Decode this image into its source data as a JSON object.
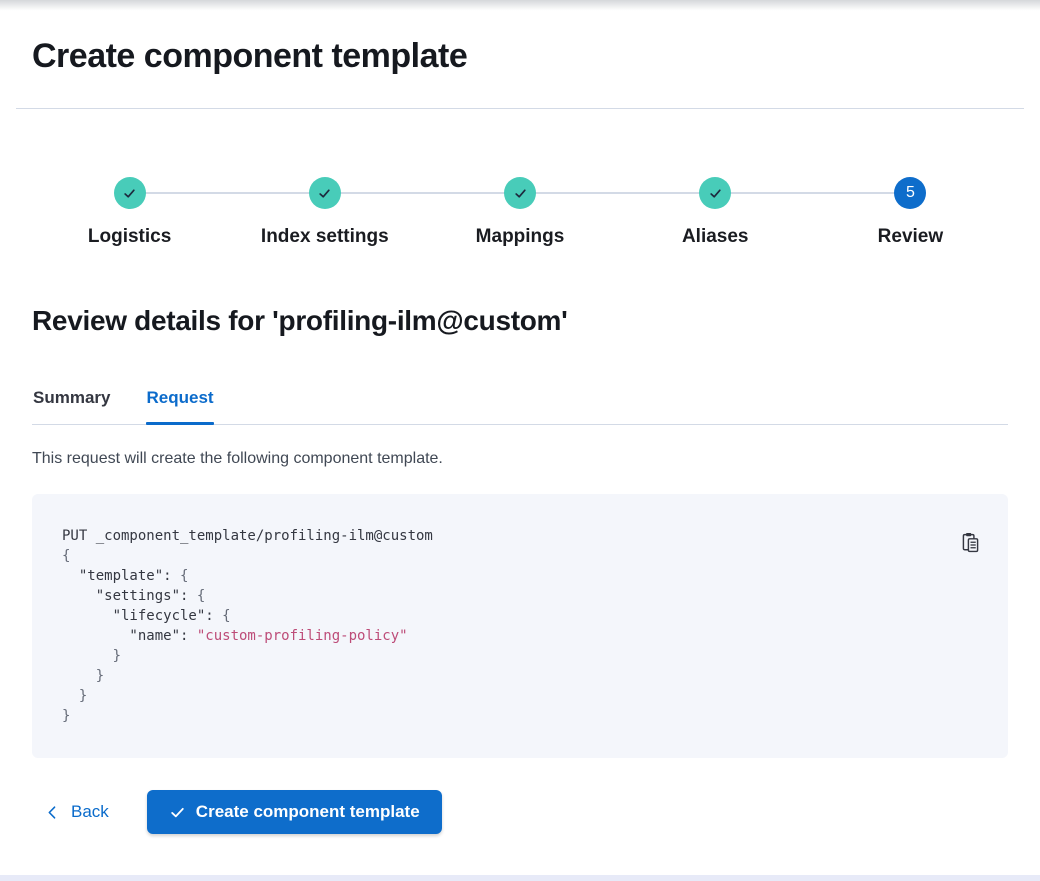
{
  "page": {
    "title": "Create component template"
  },
  "stepper": {
    "steps": [
      {
        "label": "Logistics",
        "status": "complete",
        "icon": "check-icon"
      },
      {
        "label": "Index settings",
        "status": "complete",
        "icon": "check-icon"
      },
      {
        "label": "Mappings",
        "status": "complete",
        "icon": "check-icon"
      },
      {
        "label": "Aliases",
        "status": "complete",
        "icon": "check-icon"
      },
      {
        "label": "Review",
        "status": "current",
        "number": "5"
      }
    ]
  },
  "review": {
    "heading": "Review details for 'profiling-ilm@custom'",
    "tabs": [
      {
        "label": "Summary",
        "active": false
      },
      {
        "label": "Request",
        "active": true
      }
    ],
    "description": "This request will create the following component template."
  },
  "code": {
    "copy_icon": "copy-clipboard-icon",
    "lines": [
      [
        {
          "text": "PUT _component_template/profiling-ilm@custom",
          "type": "plain"
        }
      ],
      [
        {
          "text": "{",
          "type": "punct"
        }
      ],
      [
        {
          "text": "  \"template\": ",
          "type": "plain"
        },
        {
          "text": "{",
          "type": "punct"
        }
      ],
      [
        {
          "text": "    \"settings\": ",
          "type": "plain"
        },
        {
          "text": "{",
          "type": "punct"
        }
      ],
      [
        {
          "text": "      \"lifecycle\": ",
          "type": "plain"
        },
        {
          "text": "{",
          "type": "punct"
        }
      ],
      [
        {
          "text": "        \"name\": ",
          "type": "plain"
        },
        {
          "text": "\"custom-profiling-policy\"",
          "type": "string"
        }
      ],
      [
        {
          "text": "      }",
          "type": "punct"
        }
      ],
      [
        {
          "text": "    }",
          "type": "punct"
        }
      ],
      [
        {
          "text": "  }",
          "type": "punct"
        }
      ],
      [
        {
          "text": "}",
          "type": "punct"
        }
      ]
    ]
  },
  "footer": {
    "back_label": "Back",
    "back_icon": "chevron-left-icon",
    "create_label": "Create component template",
    "create_icon": "check-icon"
  },
  "colors": {
    "step_complete": "#48ccb9",
    "step_current": "#0e6dcb",
    "primary": "#0e6dcb",
    "tab_active": "#0b6bcb",
    "code_background": "#f4f6fb",
    "code_plain": "#343741",
    "code_punct": "#646a77",
    "code_string": "#bd4c78"
  }
}
